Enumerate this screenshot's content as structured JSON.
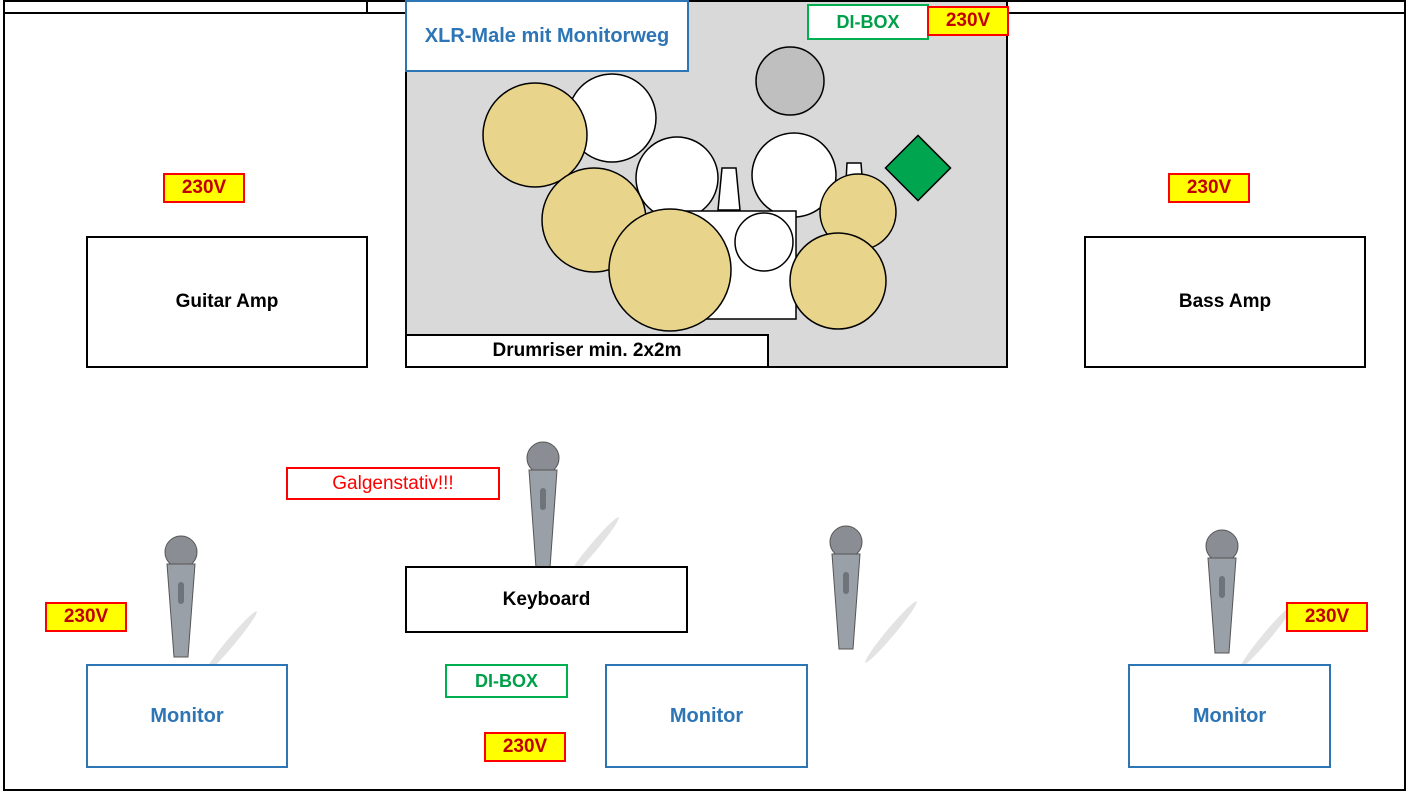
{
  "labels": {
    "guitar_amp": "Guitar Amp",
    "bass_amp": "Bass Amp",
    "keyboard": "Keyboard",
    "drumriser": "Drumriser min. 2x2m",
    "xlr": "XLR-Male mit Monitorweg",
    "di_box": "DI-BOX",
    "power": "230V",
    "monitor": "Monitor",
    "galgenstativ": "Galgenstativ!!!"
  },
  "colors": {
    "riser": "#d9d9d9",
    "cymbal": "#e8d48a",
    "drum": "#ffffff",
    "cowbell_pad": "#00a550",
    "tom_grey": "#bfbfbf",
    "power_bg": "#ffff00",
    "power_border": "#ff0000",
    "monitor_blue": "#2e75b6",
    "di_green": "#00b050"
  },
  "icons": {
    "microphone": "microphone-icon"
  }
}
